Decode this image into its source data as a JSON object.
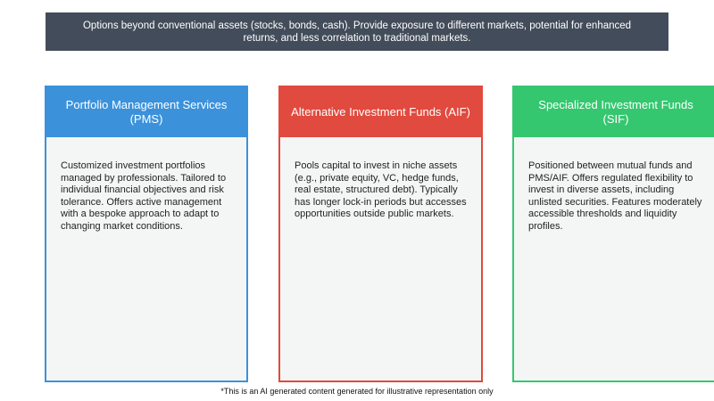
{
  "banner": {
    "text": "Options beyond conventional assets (stocks, bonds, cash). Provide exposure to different markets, potential for enhanced returns, and less correlation to traditional markets."
  },
  "cards": [
    {
      "title": "Portfolio Management Services (PMS)",
      "body": "Customized investment portfolios managed by professionals. Tailored to individual financial objectives and risk tolerance. Offers active management with a bespoke approach to adapt to changing market conditions.",
      "color": "#3b92db"
    },
    {
      "title": "Alternative Investment Funds (AIF)",
      "body": "Pools capital to invest in niche assets (e.g., private equity, VC, hedge funds, real estate, structured debt). Typically has longer lock-in periods but accesses opportunities outside public markets.",
      "color": "#e14a3e"
    },
    {
      "title": "Specialized Investment Funds (SIF)",
      "body": "Positioned between mutual funds and PMS/AIF. Offers regulated flexibility to invest in diverse assets, including unlisted securities. Features moderately accessible thresholds and liquidity profiles.",
      "color": "#35c76f"
    }
  ],
  "footnote": "*This is an AI generated content generated for illustrative representation only",
  "colors": {
    "banner_bg": "#434c5a",
    "card_bg": "#f4f6f5"
  }
}
